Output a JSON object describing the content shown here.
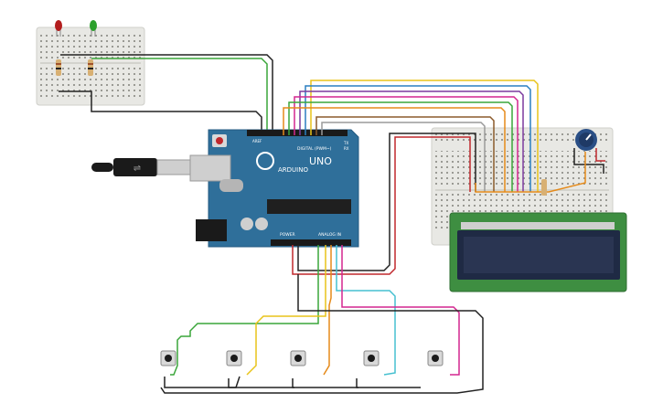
{
  "board": {
    "brand": "ARDUINO",
    "model": "UNO",
    "digital_label": "DIGITAL (PWM~)",
    "analog_label": "ANALOG IN",
    "power_label": "POWER",
    "aref_label": "AREF",
    "tx_label": "TX",
    "rx_label": "RX"
  },
  "colors": {
    "board": "#2f6f9a",
    "breadboard": "#e8e8e4",
    "lcd_pcb": "#3e8e41",
    "lcd_screen": "#2a3552",
    "wire_black": "#222222",
    "wire_red": "#c0282d",
    "wire_green": "#3aa63a",
    "wire_yellow": "#e8c41a",
    "wire_orange": "#e58a1a",
    "wire_purple": "#7c3a9e",
    "wire_blue": "#2a7fc0",
    "wire_magenta": "#d4278f",
    "wire_cyan": "#46c0d0",
    "wire_brown": "#8b5a2b",
    "wire_gray": "#9a9a9a"
  },
  "components": {
    "leds": [
      "red",
      "green"
    ],
    "pushbutton_count": 5,
    "has_potentiometer": true,
    "has_lcd": true,
    "has_usb_cable": true
  }
}
